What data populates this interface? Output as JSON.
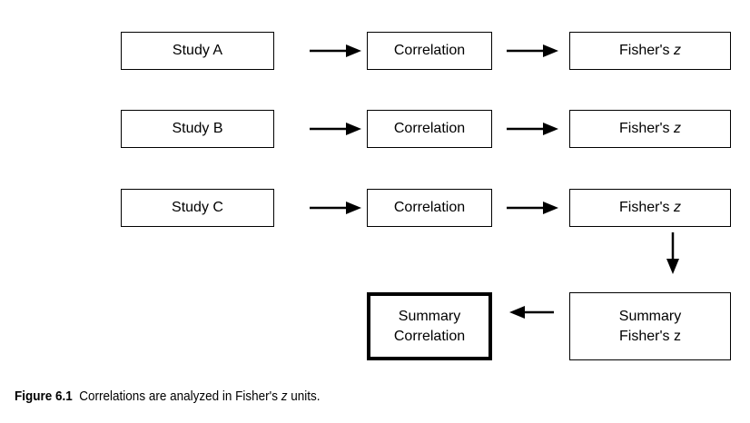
{
  "rows": [
    {
      "study": "Study A",
      "correlation": "Correlation",
      "fisher": "Fisher's ",
      "fisher_var": "z"
    },
    {
      "study": "Study B",
      "correlation": "Correlation",
      "fisher": "Fisher's ",
      "fisher_var": "z"
    },
    {
      "study": "Study C",
      "correlation": "Correlation",
      "fisher": "Fisher's ",
      "fisher_var": "z"
    }
  ],
  "summary_correlation": {
    "line1": "Summary",
    "line2": "Correlation"
  },
  "summary_fisher": {
    "line1": "Summary",
    "line2": "Fisher's z"
  },
  "caption": {
    "label": "Figure 6.1",
    "text_before": "Correlations are analyzed in Fisher's ",
    "var": "z",
    "text_after": " units."
  }
}
